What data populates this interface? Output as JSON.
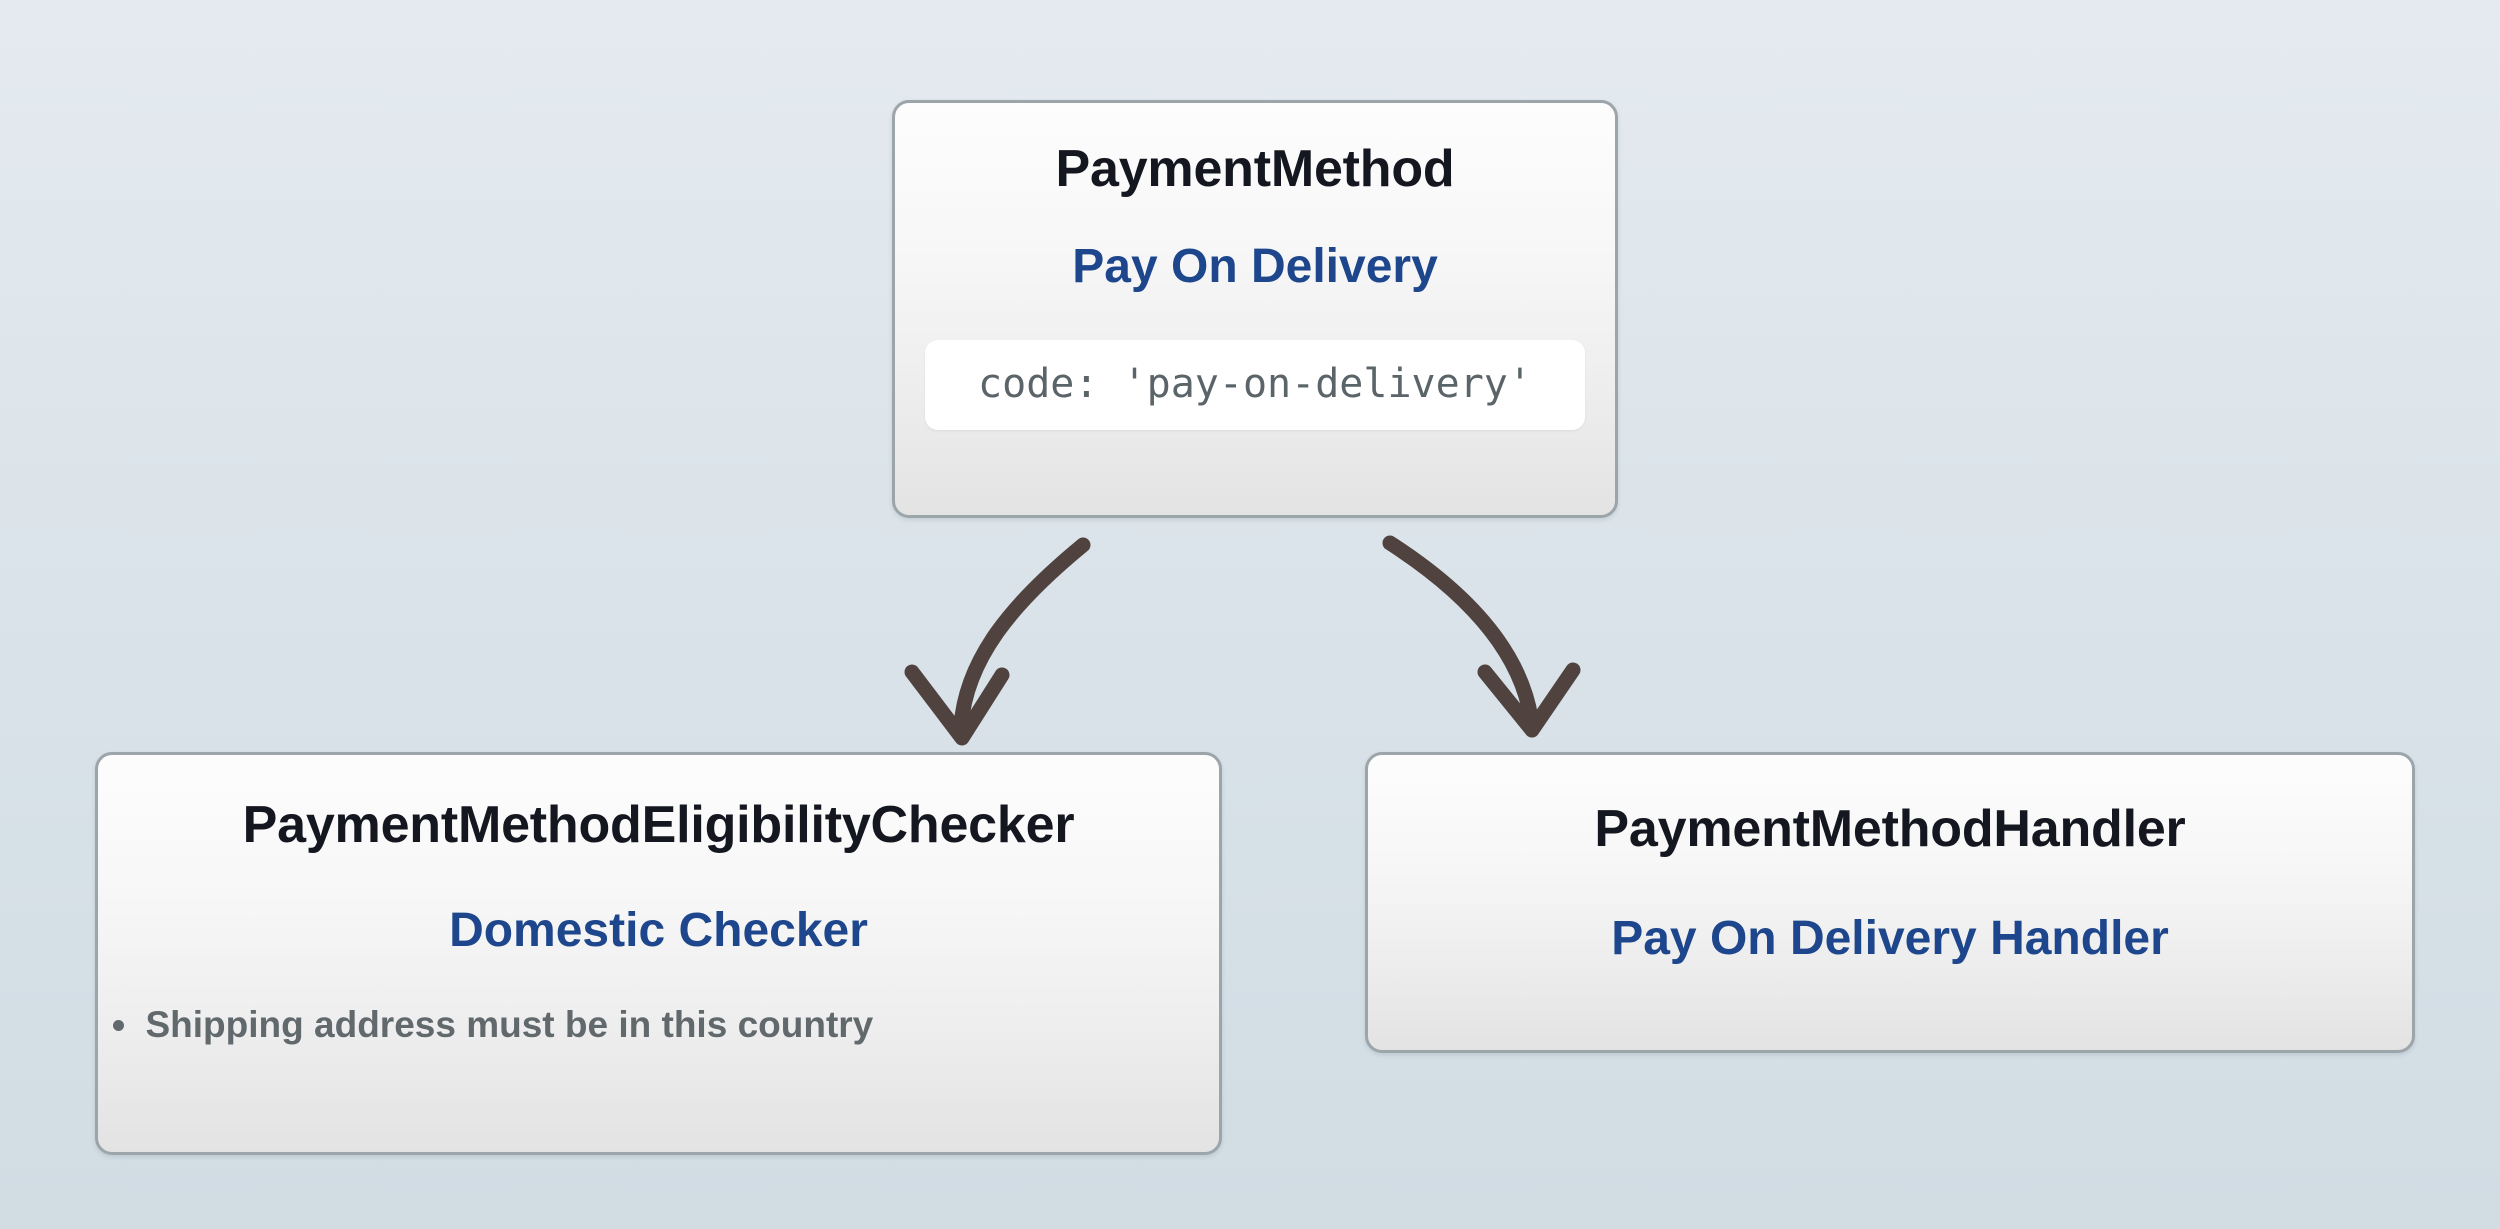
{
  "diagram": {
    "background_top_color": "#e4eaf0",
    "background_bottom_color": "#d1dce3",
    "accent_blue": "#1d468c",
    "title_color": "#14171f",
    "muted_text_color": "#61696d",
    "edge_color": "#50423e",
    "node_border_color": "#9ca5aa"
  },
  "nodes": {
    "payment_method": {
      "title": "PaymentMethod",
      "subtitle": "Pay On Delivery",
      "code": "code: 'pay-on-delivery'"
    },
    "eligibility_checker": {
      "title": "PaymentMethodEligibilityChecker",
      "subtitle": "Domestic Checker",
      "bullets": [
        "Shipping address must be in this country"
      ]
    },
    "payment_handler": {
      "title": "PaymentMethodHandler",
      "subtitle": "Pay On Delivery Handler"
    }
  },
  "edges": [
    {
      "name": "payment-method-to-eligibility-checker",
      "from": "payment_method",
      "to": "eligibility_checker",
      "style": "curved-arrow"
    },
    {
      "name": "payment-method-to-payment-handler",
      "from": "payment_method",
      "to": "payment_handler",
      "style": "curved-arrow"
    }
  ]
}
